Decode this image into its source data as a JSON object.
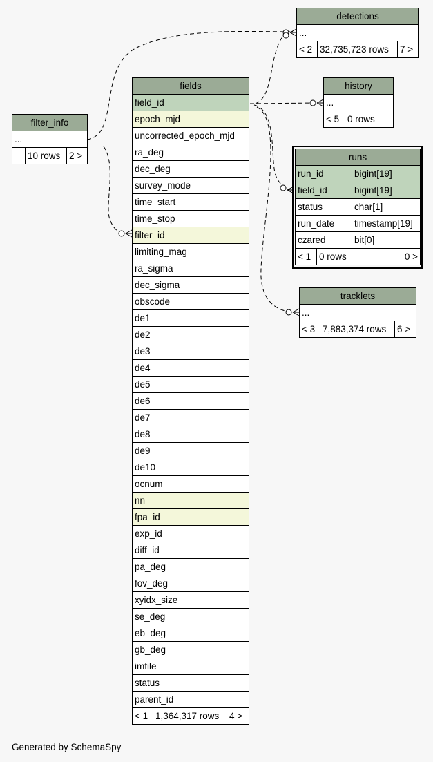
{
  "tables": {
    "detections": {
      "name": "detections",
      "ellipsis": "...",
      "parents": "< 2",
      "rows": "32,735,723 rows",
      "children": "7 >"
    },
    "history": {
      "name": "history",
      "ellipsis": "...",
      "parents": "< 5",
      "rows": "0 rows",
      "children": ""
    },
    "filter_info": {
      "name": "filter_info",
      "ellipsis": "...",
      "parents": "",
      "rows": "10 rows",
      "children": "2 >"
    },
    "tracklets": {
      "name": "tracklets",
      "ellipsis": "...",
      "parents": "< 3",
      "rows": "7,883,374 rows",
      "children": "6 >"
    },
    "runs": {
      "name": "runs",
      "columns": [
        {
          "name": "run_id",
          "type": "bigint[19]"
        },
        {
          "name": "field_id",
          "type": "bigint[19]"
        },
        {
          "name": "status",
          "type": "char[1]"
        },
        {
          "name": "run_date",
          "type": "timestamp[19]"
        },
        {
          "name": "czared",
          "type": "bit[0]"
        }
      ],
      "parents": "< 1",
      "rows": "0 rows",
      "children": "0 >"
    },
    "fields": {
      "name": "fields",
      "columns": [
        "field_id",
        "epoch_mjd",
        "uncorrected_epoch_mjd",
        "ra_deg",
        "dec_deg",
        "survey_mode",
        "time_start",
        "time_stop",
        "filter_id",
        "limiting_mag",
        "ra_sigma",
        "dec_sigma",
        "obscode",
        "de1",
        "de2",
        "de3",
        "de4",
        "de5",
        "de6",
        "de7",
        "de8",
        "de9",
        "de10",
        "ocnum",
        "nn",
        "fpa_id",
        "exp_id",
        "diff_id",
        "pa_deg",
        "fov_deg",
        "xyidx_size",
        "se_deg",
        "eb_deg",
        "gb_deg",
        "imfile",
        "status",
        "parent_id"
      ],
      "parents": "< 1",
      "rows": "1,364,317 rows",
      "children": "4 >"
    }
  },
  "footer": "Generated by SchemaSpy"
}
